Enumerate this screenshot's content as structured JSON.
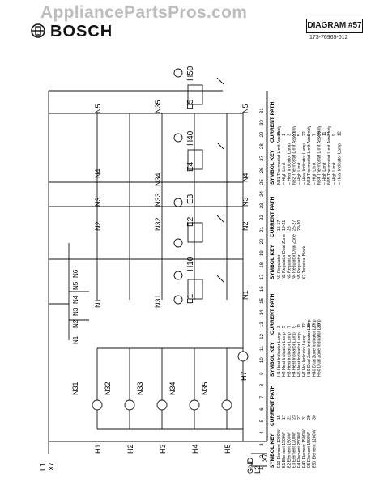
{
  "header": {
    "watermark": "AppliancePartsPros.com",
    "brand": "BOSCH",
    "diagram_label": "DIAGRAM #57",
    "part_number": "173-76965-012"
  },
  "terminals": {
    "line1": "L1",
    "x7_top": "X7",
    "gnd": "GND",
    "l2": "L2",
    "x7_bottom": "X7"
  },
  "column_numbers": [
    "1",
    "2",
    "3",
    "4",
    "5",
    "6",
    "7",
    "8",
    "9",
    "10",
    "11",
    "12",
    "13",
    "14",
    "15",
    "16",
    "17",
    "18",
    "19",
    "20",
    "21",
    "22",
    "23",
    "24",
    "25",
    "26",
    "27",
    "28",
    "29",
    "30",
    "31"
  ],
  "element_labels": [
    "H1",
    "H2",
    "H3",
    "H4",
    "H5",
    "H7"
  ],
  "bottom_n_labels": [
    "N31",
    "N32",
    "N33",
    "N34",
    "N35"
  ],
  "n_stack": [
    "N1",
    "N2",
    "N3",
    "N4",
    "N5",
    "N6"
  ],
  "control_groups": [
    {
      "e": "E1",
      "h": "H10",
      "n_main": "N1",
      "n_side": "N31",
      "n_low": "N1"
    },
    {
      "e": "E2",
      "h": "",
      "n_main": "N2",
      "n_side": "N32",
      "n_low": "N2"
    },
    {
      "e": "E3",
      "h": "",
      "n_main": "N3",
      "n_side": "N33",
      "n_low": "N3"
    },
    {
      "e": "E4",
      "h": "H40",
      "n_main": "N4",
      "n_side": "N34",
      "n_low": "N4"
    },
    {
      "e": "E5",
      "h": "H50",
      "n_main": "N5",
      "n_side": "N35",
      "n_low": "N5"
    }
  ],
  "symbol_key_1": {
    "title": "SYMBOL KEY",
    "col2": "CURRENT PATH",
    "rows": [
      [
        "E10 Element 1200W",
        "15"
      ],
      [
        "E1 Element 1500W",
        "17"
      ],
      [
        "E2 Element 1500W",
        "21"
      ],
      [
        "E3 Element 1200W",
        "23"
      ],
      [
        "E4 Element 2500W",
        "27"
      ],
      [
        "E40 Element 1500W",
        "31"
      ],
      [
        "E5 Element 1500W",
        "29"
      ],
      [
        "E50 Element 1200W",
        "30"
      ]
    ]
  },
  "symbol_key_2": {
    "title": "SYMBOL KEY",
    "col2": "CURRENT PATH",
    "rows": [
      [
        "H1 Heat Indicator Lamp",
        "3"
      ],
      [
        "H2 Heat Indicator Lamp",
        "5"
      ],
      [
        "H3 Heat Indicator Lamp",
        "7"
      ],
      [
        "H4 Heat Indicator Lamp",
        "9"
      ],
      [
        "H5 Heat Indicator Lamp",
        "11"
      ],
      [
        "H7 Hot Indicator Lamp",
        "12"
      ],
      [
        "H10 Dual Zone Indicator Lamp",
        "19"
      ],
      [
        "H40 Dual Zone Indicator Lamp",
        "27"
      ],
      [
        "H50 Dual Zone Indicator Lamp",
        "30"
      ]
    ]
  },
  "symbol_key_3": {
    "title": "SYMBOL KEY",
    "col2": "CURRENT PATH",
    "rows": [
      [
        "N1 Regulator",
        "15-17"
      ],
      [
        "N2 Regulator Dual Zone",
        "19-21"
      ],
      [
        "N3 Regulator",
        "23"
      ],
      [
        "N4 Regulator Dual Zone",
        "25-27"
      ],
      [
        "N5 Regulator",
        "29-30"
      ],
      [
        "X7 Terminal Block",
        ""
      ]
    ]
  },
  "symbol_key_4": {
    "title": "SYMBOL KEY",
    "col2": "CURRENT PATH",
    "rows": [
      [
        "N31 Thermostat Limit Assembly",
        "15"
      ],
      [
        "  – High Limit",
        "1"
      ],
      [
        "  – Heat Indicator Lamp",
        "3"
      ],
      [
        "N32 Thermostat Limit Assembly",
        "21"
      ],
      [
        "  – High Limit",
        "5"
      ],
      [
        "  – Heat Indicator Lamp",
        "22"
      ],
      [
        "N33 Thermostat Limit Assembly",
        "9"
      ],
      [
        "  – High Limit",
        "7"
      ],
      [
        "N34 Thermostat Limit Assembly",
        "26"
      ],
      [
        "  – High Limit",
        "11"
      ],
      [
        "N35 Thermostat Limit Assembly",
        "31"
      ],
      [
        "  – High Limit",
        "9"
      ],
      [
        "  – Heat Indicator Lamp",
        "12"
      ]
    ]
  }
}
